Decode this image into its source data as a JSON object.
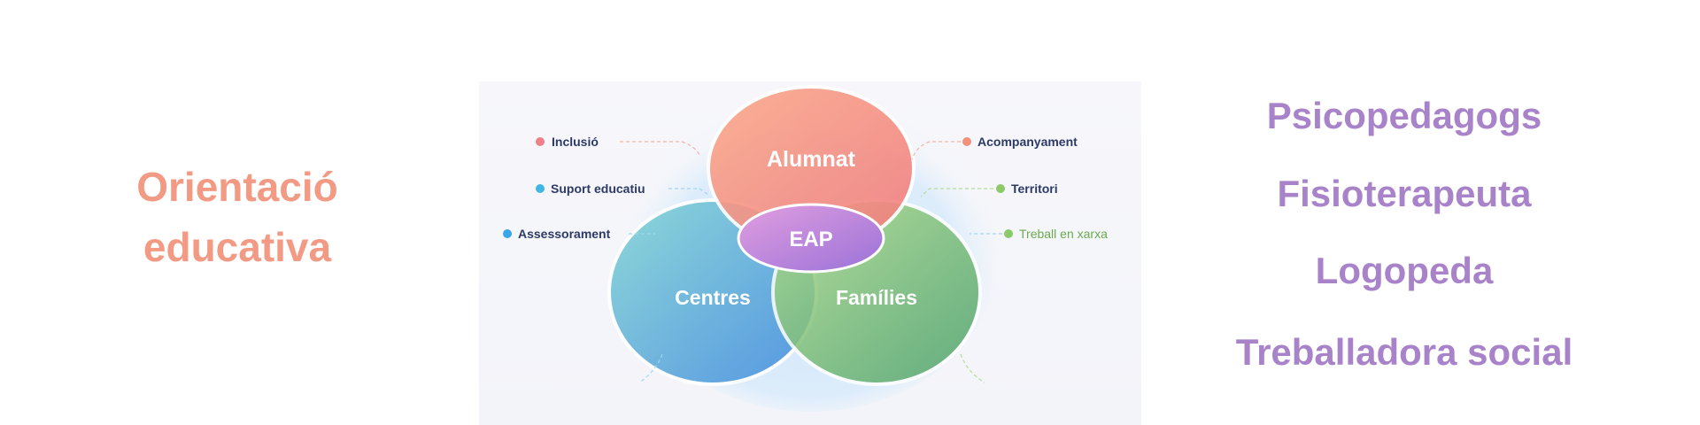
{
  "left_title": {
    "line1": "Orientació",
    "line2": "educativa"
  },
  "roles": [
    "Psicopedagogs",
    "Fisioterapeuta",
    "Logopeda",
    "Treballadora social"
  ],
  "diagram": {
    "circles": {
      "top": "Alumnat",
      "left": "Centres",
      "right": "Famílies",
      "center": "EAP"
    },
    "left_labels": [
      {
        "text": "Inclusió",
        "color": "#ef7f86"
      },
      {
        "text": "Suport educatiu",
        "color": "#3fb6e6"
      },
      {
        "text": "Assessorament",
        "color": "#3aa6e8"
      }
    ],
    "right_labels": [
      {
        "text": "Acompanyament",
        "color": "#f3907a"
      },
      {
        "text": "Territori",
        "color": "#8cc968"
      },
      {
        "text": "Treball en xarxa",
        "color": "#8cc968"
      }
    ]
  },
  "colors": {
    "salmon": "#f39a85",
    "purple": "#a883c9",
    "label_text": "#2c3a66",
    "green_text": "#6aaa4e"
  }
}
